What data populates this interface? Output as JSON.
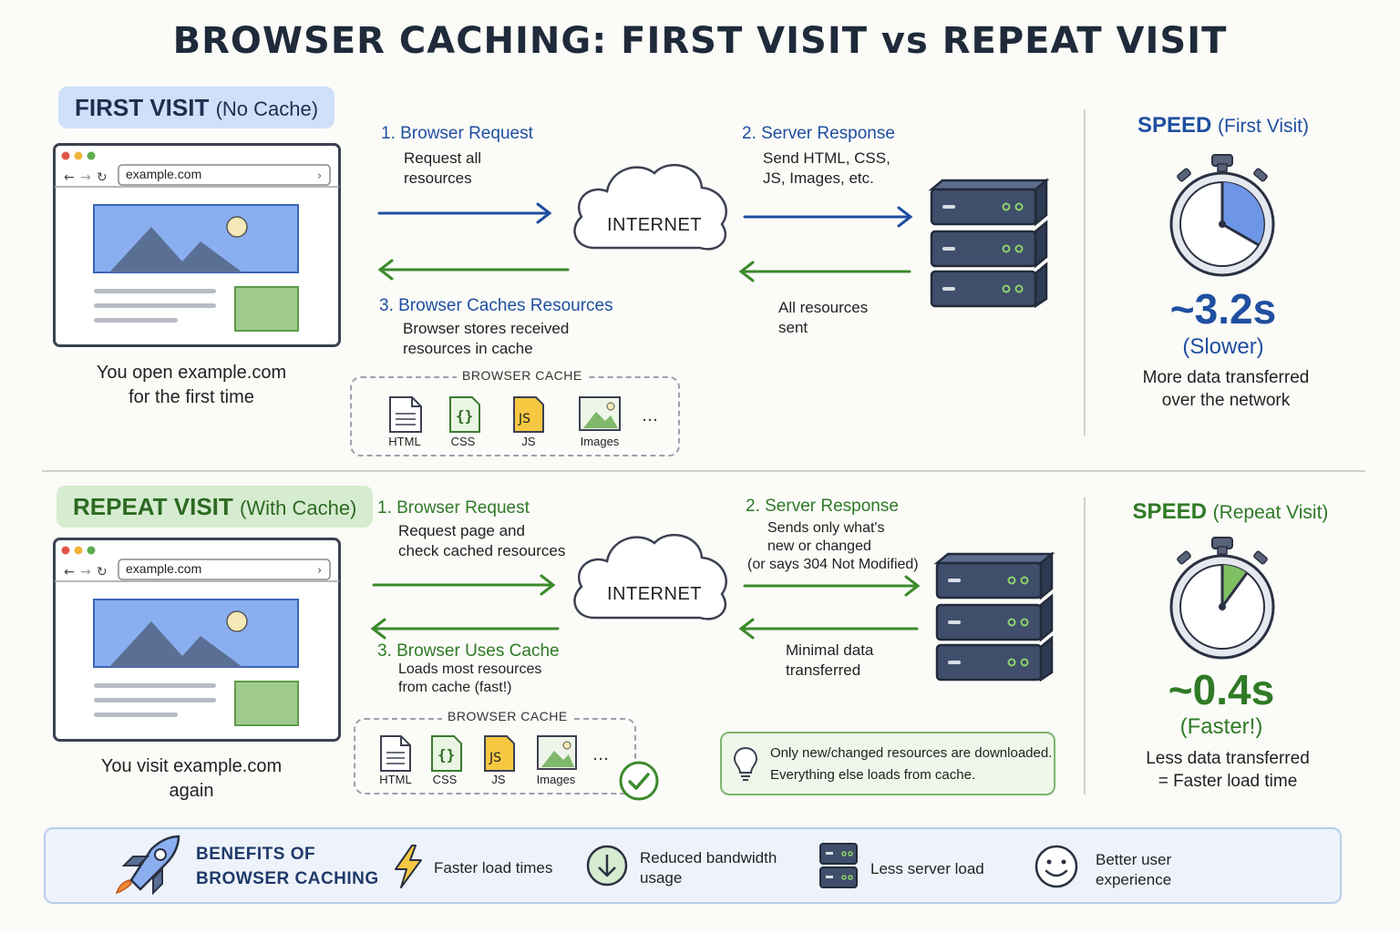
{
  "title": "BROWSER CACHING: FIRST VISIT vs REPEAT VISIT",
  "first_visit": {
    "label": "FIRST VISIT",
    "sublabel": "(No Cache)",
    "url": "example.com",
    "caption_line1": "You open example.com",
    "caption_line2": "for the first time",
    "step1_title": "1. Browser Request",
    "step1_line1": "Request all",
    "step1_line2": "resources",
    "step2_title": "2. Server Response",
    "step2_line1": "Send HTML, CSS,",
    "step2_line2": "JS, Images, etc.",
    "step3_title": "3. Browser Caches Resources",
    "step3_line1": "Browser stores received",
    "step3_line2": "resources in cache",
    "return_line1": "All resources",
    "return_line2": "sent",
    "internet": "INTERNET",
    "cache_label": "BROWSER CACHE",
    "files": [
      "HTML",
      "CSS",
      "JS",
      "Images"
    ],
    "more": "...",
    "speed_label": "SPEED",
    "speed_sub": "(First Visit)",
    "speed_value": "~3.2s",
    "speed_note": "(Slower)",
    "speed_desc1": "More data transferred",
    "speed_desc2": "over the network"
  },
  "repeat_visit": {
    "label": "REPEAT VISIT",
    "sublabel": "(With Cache)",
    "url": "example.com",
    "caption_line1": "You visit example.com",
    "caption_line2": "again",
    "step1_title": "1. Browser Request",
    "step1_line1": "Request page and",
    "step1_line2": "check cached resources",
    "step2_title": "2. Server Response",
    "step2_line1": "Sends only what's",
    "step2_line2": "new or changed",
    "step2_line3": "(or says 304 Not Modified)",
    "step3_title": "3. Browser Uses Cache",
    "step3_line1": "Loads most resources",
    "step3_line2": "from cache (fast!)",
    "return_line1": "Minimal data",
    "return_line2": "transferred",
    "internet": "INTERNET",
    "cache_label": "BROWSER CACHE",
    "files": [
      "HTML",
      "CSS",
      "JS",
      "Images"
    ],
    "more": "...",
    "tip_line1": "Only new/changed resources are downloaded.",
    "tip_line2": "Everything else loads from cache.",
    "speed_label": "SPEED",
    "speed_sub": "(Repeat Visit)",
    "speed_value": "~0.4s",
    "speed_note": "(Faster!)",
    "speed_desc1": "Less data transferred",
    "speed_desc2": "= Faster load time"
  },
  "benefits": {
    "title_line1": "BENEFITS OF",
    "title_line2": "BROWSER CACHING",
    "items": [
      {
        "line1": "Faster load times",
        "line2": "",
        "icon": "lightning-icon"
      },
      {
        "line1": "Reduced bandwidth",
        "line2": "usage",
        "icon": "download-icon"
      },
      {
        "line1": "Less server load",
        "line2": "",
        "icon": "server-icon"
      },
      {
        "line1": "Better user",
        "line2": "experience",
        "icon": "smiley-icon"
      }
    ]
  },
  "colors": {
    "first_accent": "#1f4fa0",
    "repeat_accent": "#2f7a26",
    "first_pill": "#cfe0fb",
    "repeat_pill": "#d6ecd0",
    "server": "#3f4e6b"
  }
}
